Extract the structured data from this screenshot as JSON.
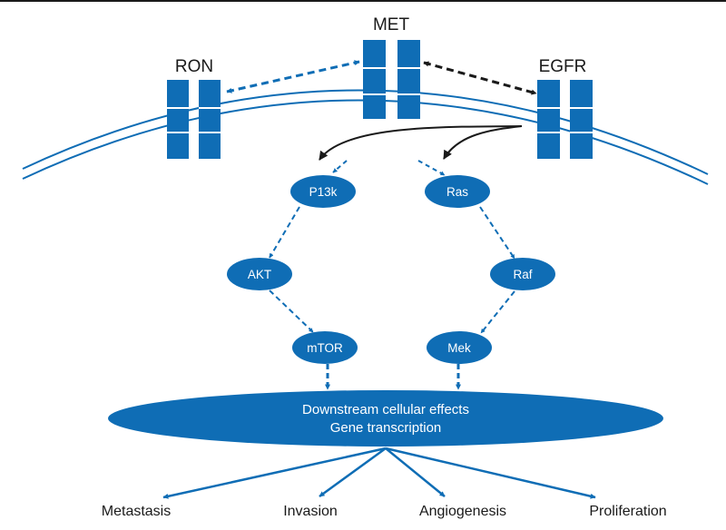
{
  "receptors": {
    "ron": "RON",
    "met": "MET",
    "egfr": "EGFR"
  },
  "nodes": {
    "pi3k": "P13k",
    "akt": "AKT",
    "mtor": "mTOR",
    "ras": "Ras",
    "raf": "Raf",
    "mek": "Mek"
  },
  "effects": {
    "line1": "Downstream cellular effects",
    "line2": "Gene transcription"
  },
  "outcomes": {
    "metastasis": "Metastasis",
    "invasion": "Invasion",
    "angiogenesis": "Angiogenesis",
    "proliferation": "Proliferation"
  },
  "colors": {
    "blue": "#0f6db5",
    "dark": "#1a1a1a"
  }
}
